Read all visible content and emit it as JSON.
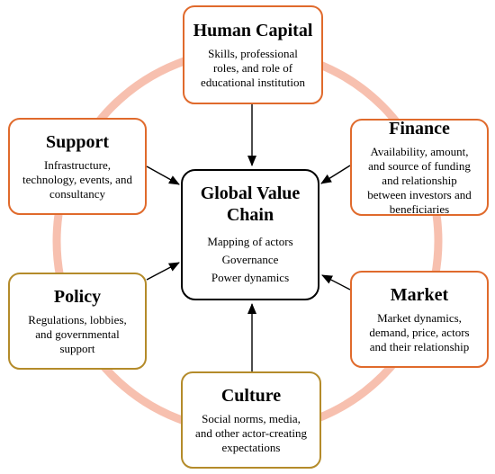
{
  "diagram": {
    "colors": {
      "ring": "#f6b9a6",
      "orange_border": "#e06a2c",
      "gold_border": "#b48b2a",
      "center_border": "#000000",
      "arrow": "#000000"
    },
    "center": {
      "title": "Global Value\nChain",
      "items": [
        "Mapping of actors",
        "Governance",
        "Power dynamics"
      ]
    },
    "nodes": {
      "human_capital": {
        "title": "Human Capital",
        "description": "Skills, professional\nroles, and role of\neducational institution"
      },
      "finance": {
        "title": "Finance",
        "description": "Availability, amount,\nand source of funding\nand relationship\nbetween investors and\nbeneficiaries"
      },
      "market": {
        "title": "Market",
        "description": "Market dynamics,\ndemand, price, actors\nand their relationship"
      },
      "culture": {
        "title": "Culture",
        "description": "Social norms, media,\nand other actor-creating\nexpectations"
      },
      "policy": {
        "title": "Policy",
        "description": "Regulations, lobbies,\nand governmental\nsupport"
      },
      "support": {
        "title": "Support",
        "description": "Infrastructure,\ntechnology, events, and\nconsultancy"
      }
    }
  }
}
